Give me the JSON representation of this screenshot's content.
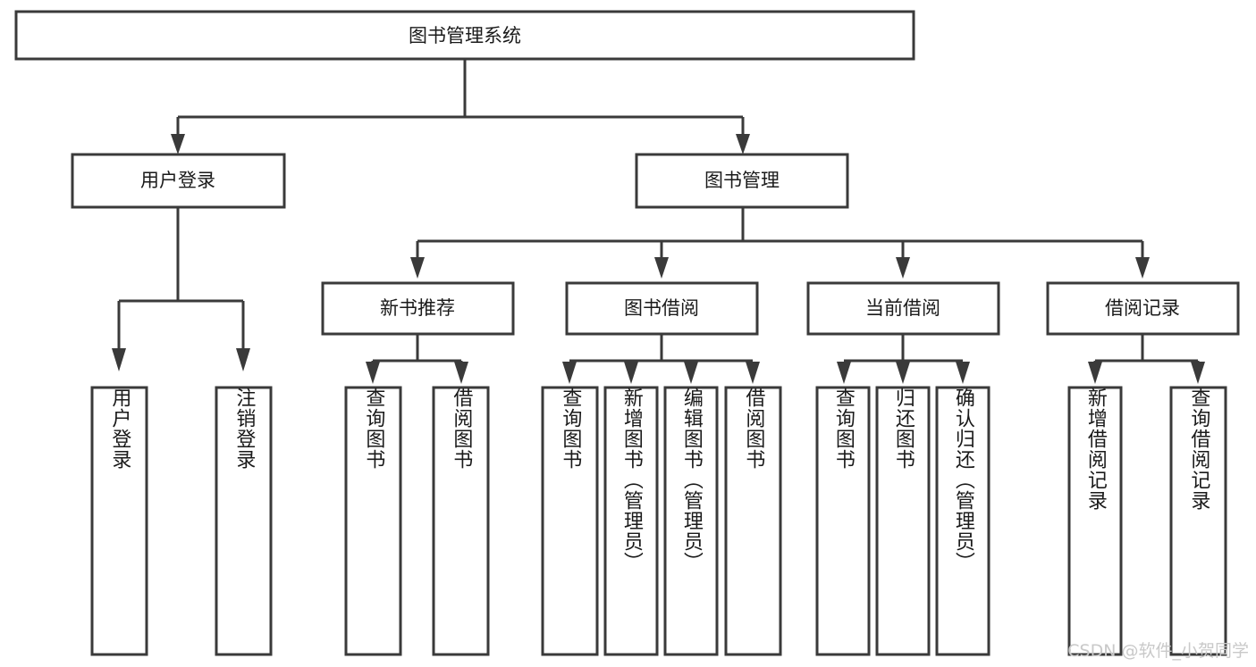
{
  "diagram": {
    "type": "tree",
    "title": "图书管理系统",
    "orientation": "top-down",
    "watermark": "CSDN @软件_小贺同学",
    "colors": {
      "box_stroke": "#3a3a3a",
      "box_fill": "#ffffff",
      "text": "#1a1a1a",
      "connector": "#3a3a3a",
      "watermark": "#c9c9c9",
      "background": "#ffffff"
    },
    "root": {
      "label": "图书管理系统"
    },
    "level2": [
      {
        "label": "用户登录"
      },
      {
        "label": "图书管理"
      }
    ],
    "level3": [
      {
        "label": "新书推荐"
      },
      {
        "label": "图书借阅"
      },
      {
        "label": "当前借阅"
      },
      {
        "label": "借阅记录"
      }
    ],
    "leaves": {
      "user_login": [
        {
          "label": "用户登录"
        },
        {
          "label": "注销登录"
        }
      ],
      "new_book_recommend": [
        {
          "label": "查询图书"
        },
        {
          "label": "借阅图书"
        }
      ],
      "book_borrow": [
        {
          "label": "查询图书"
        },
        {
          "label": "新增图书（管理员）"
        },
        {
          "label": "编辑图书（管理员）"
        },
        {
          "label": "借阅图书"
        }
      ],
      "current_borrow": [
        {
          "label": "查询图书"
        },
        {
          "label": "归还图书"
        },
        {
          "label": "确认归还（管理员）"
        }
      ],
      "borrow_record": [
        {
          "label": "新增借阅记录"
        },
        {
          "label": "查询借阅记录"
        }
      ]
    }
  }
}
